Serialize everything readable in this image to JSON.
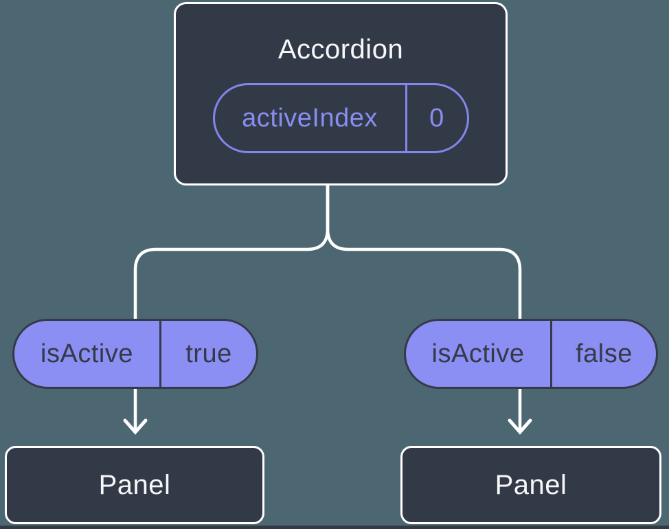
{
  "colors": {
    "background": "#4D6772",
    "node_fill": "#333A47",
    "node_border": "#FFFFFF",
    "accent_purple": "#8286ED",
    "pill_fill": "#8B8EF2",
    "pill_text_dark": "#343A48",
    "connector": "#FFFFFF",
    "title_text": "#F6F7F9"
  },
  "tree": {
    "root": {
      "title": "Accordion",
      "prop": {
        "name": "activeIndex",
        "value": "0"
      }
    },
    "branches": [
      {
        "state": {
          "name": "isActive",
          "value": "true"
        },
        "child": {
          "title": "Panel"
        }
      },
      {
        "state": {
          "name": "isActive",
          "value": "false"
        },
        "child": {
          "title": "Panel"
        }
      }
    ]
  }
}
